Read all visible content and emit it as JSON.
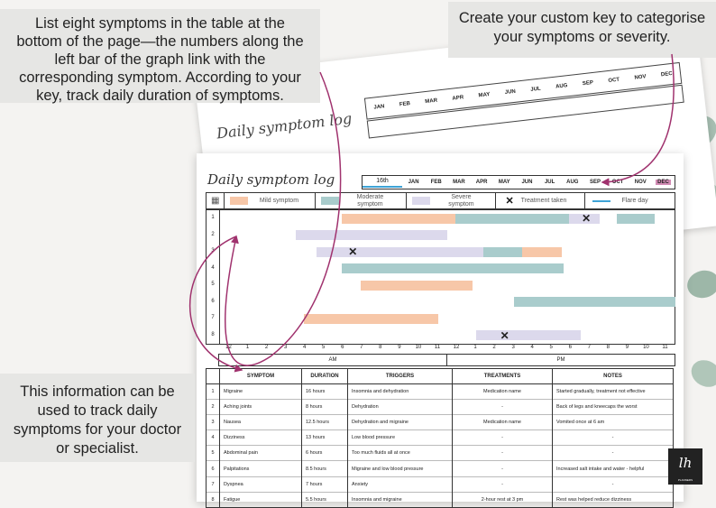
{
  "callouts": {
    "top_left": [
      "List eight symptoms in the table at the",
      "bottom of the page—the numbers along the",
      "left bar of the graph link with the",
      "corresponding symptom. According to your",
      "key, track daily duration of symptoms."
    ],
    "top_right": [
      "Create your custom key to categorise",
      "your symptoms or severity."
    ],
    "bottom_left": [
      "This information can be",
      "used to track daily",
      "symptoms for your doctor",
      "or specialist."
    ]
  },
  "sheet": {
    "title": "Daily symptom log",
    "date_value": "16th",
    "months": [
      "JAN",
      "FEB",
      "MAR",
      "APR",
      "MAY",
      "JUN",
      "JUL",
      "AUG",
      "SEP",
      "OCT",
      "NOV",
      "DEC"
    ],
    "selected_month": "DEC",
    "legend": {
      "mild": "Mild symptom",
      "moderate": "Moderate symptom",
      "severe": "Severe symptom",
      "treatment": "Treatment taken",
      "flare": "Flare day"
    },
    "row_numbers": [
      "1",
      "2",
      "3",
      "4",
      "5",
      "6",
      "7",
      "8"
    ],
    "hours": [
      "12",
      "1",
      "2",
      "3",
      "4",
      "5",
      "6",
      "7",
      "8",
      "9",
      "10",
      "11",
      "12",
      "1",
      "2",
      "3",
      "4",
      "5",
      "6",
      "7",
      "8",
      "9",
      "10",
      "11"
    ],
    "am_label": "AM",
    "pm_label": "PM",
    "table_headers": [
      "SYMPTOM",
      "DURATION",
      "TRIGGERS",
      "TREATMENTS",
      "NOTES"
    ],
    "rows": [
      {
        "n": "1",
        "symptom": "Migraine",
        "duration": "16 hours",
        "triggers": "Insomnia and dehydration",
        "treatments": "Medication name",
        "notes": "Started gradually, treatment not effective"
      },
      {
        "n": "2",
        "symptom": "Aching joints",
        "duration": "8 hours",
        "triggers": "Dehydration",
        "treatments": "-",
        "notes": "Back of legs and kneecaps the worst"
      },
      {
        "n": "3",
        "symptom": "Nausea",
        "duration": "12.5 hours",
        "triggers": "Dehydration and migraine",
        "treatments": "Medication name",
        "notes": "Vomited once at 6 am"
      },
      {
        "n": "4",
        "symptom": "Dizziness",
        "duration": "13 hours",
        "triggers": "Low blood pressure",
        "treatments": "-",
        "notes": "-"
      },
      {
        "n": "5",
        "symptom": "Abdominal pain",
        "duration": "6 hours",
        "triggers": "Too much fluids all at once",
        "treatments": "-",
        "notes": "-"
      },
      {
        "n": "6",
        "symptom": "Palpitations",
        "duration": "8.5 hours",
        "triggers": "Migraine and low blood pressure",
        "treatments": "-",
        "notes": "Increased salt intake and water - helpful"
      },
      {
        "n": "7",
        "symptom": "Dyspnea",
        "duration": "7 hours",
        "triggers": "Anxiety",
        "treatments": "-",
        "notes": "-"
      },
      {
        "n": "8",
        "symptom": "Fatigue",
        "duration": "5.5 hours",
        "triggers": "Insomnia and migraine",
        "treatments": "2-hour rest at 3 pm",
        "notes": "Rest was helped reduce dizziness"
      }
    ]
  },
  "colors": {
    "mild": "#f7c7a8",
    "moderate": "#a9cccc",
    "severe": "#dcd9ec",
    "flare": "#3ea3d6",
    "accent": "#a0326e"
  },
  "chart_data": {
    "type": "gantt",
    "x_unit": "hour of day",
    "xlim": [
      0,
      24
    ],
    "bars": [
      {
        "row": 1,
        "start": 6.4,
        "end": 12.4,
        "level": "mild"
      },
      {
        "row": 1,
        "start": 12.4,
        "end": 18.4,
        "level": "moderate"
      },
      {
        "row": 1,
        "start": 18.4,
        "end": 20.0,
        "level": "severe"
      },
      {
        "row": 1,
        "start": 20.9,
        "end": 22.9,
        "level": "moderate"
      },
      {
        "row": 2,
        "start": 4.0,
        "end": 12.0,
        "level": "severe"
      },
      {
        "row": 3,
        "start": 5.1,
        "end": 13.9,
        "level": "severe"
      },
      {
        "row": 3,
        "start": 13.9,
        "end": 15.9,
        "level": "moderate"
      },
      {
        "row": 3,
        "start": 15.9,
        "end": 18.0,
        "level": "mild"
      },
      {
        "row": 4,
        "start": 6.4,
        "end": 18.1,
        "level": "moderate"
      },
      {
        "row": 5,
        "start": 7.4,
        "end": 13.3,
        "level": "mild"
      },
      {
        "row": 6,
        "start": 15.5,
        "end": 24.0,
        "level": "moderate"
      },
      {
        "row": 7,
        "start": 4.4,
        "end": 11.5,
        "level": "mild"
      },
      {
        "row": 8,
        "start": 13.5,
        "end": 19.0,
        "level": "severe"
      }
    ],
    "treatments": [
      {
        "row": 1,
        "hour": 19.3
      },
      {
        "row": 3,
        "hour": 7.0
      },
      {
        "row": 8,
        "hour": 15.0
      }
    ]
  }
}
